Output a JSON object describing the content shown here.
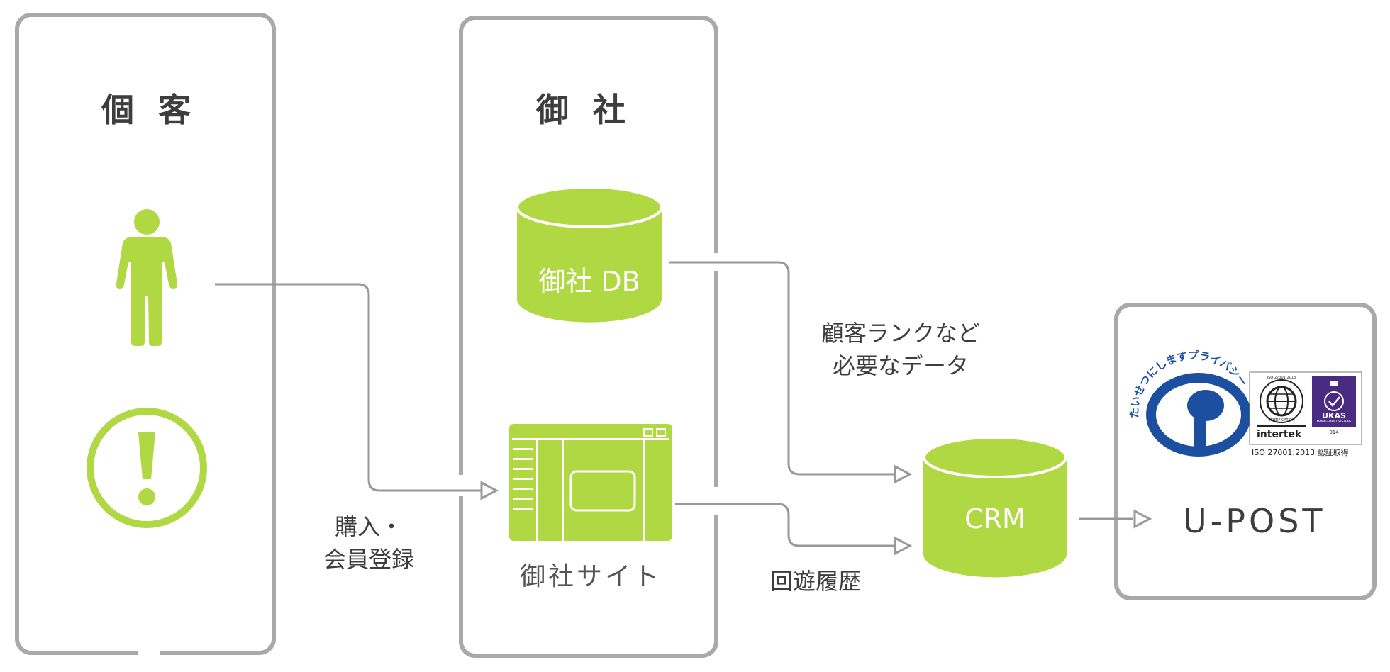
{
  "columns": {
    "customer": {
      "title": "個客"
    },
    "company": {
      "title": "御社"
    }
  },
  "nodes": {
    "company_db": {
      "label": "御社 DB"
    },
    "company_site": {
      "label": "御社サイト"
    },
    "crm": {
      "label": "CRM"
    },
    "upost": {
      "label": "U-POST"
    }
  },
  "edges": {
    "purchase": {
      "label_line1": "購入・",
      "label_line2": "会員登録"
    },
    "db_to_crm": {
      "label_line1": "顧客ランクなど",
      "label_line2": "必要なデータ"
    },
    "site_to_crm": {
      "label": "回遊履歴"
    }
  },
  "certifications": {
    "privacy_mark_text": "たいせつにしますプライバシー",
    "iso_badge_text": "ISO 27001:2013 認証取得",
    "intertek_text": "intertek",
    "ukas_text": "UKAS",
    "ukas_sub": "MANAGEMENT SYSTEMS",
    "ukas_num": "014",
    "cert_ring_top": "ISO 27001:2013",
    "cert_ring_bottom": "CERTIFICATION"
  },
  "colors": {
    "accent_green": "#b0d843",
    "frame_gray": "#a9a9a9",
    "line_gray": "#999999",
    "text_dark": "#3d3d3d",
    "privacy_blue": "#1d4fa0",
    "ukas_purple": "#4b2b82"
  }
}
